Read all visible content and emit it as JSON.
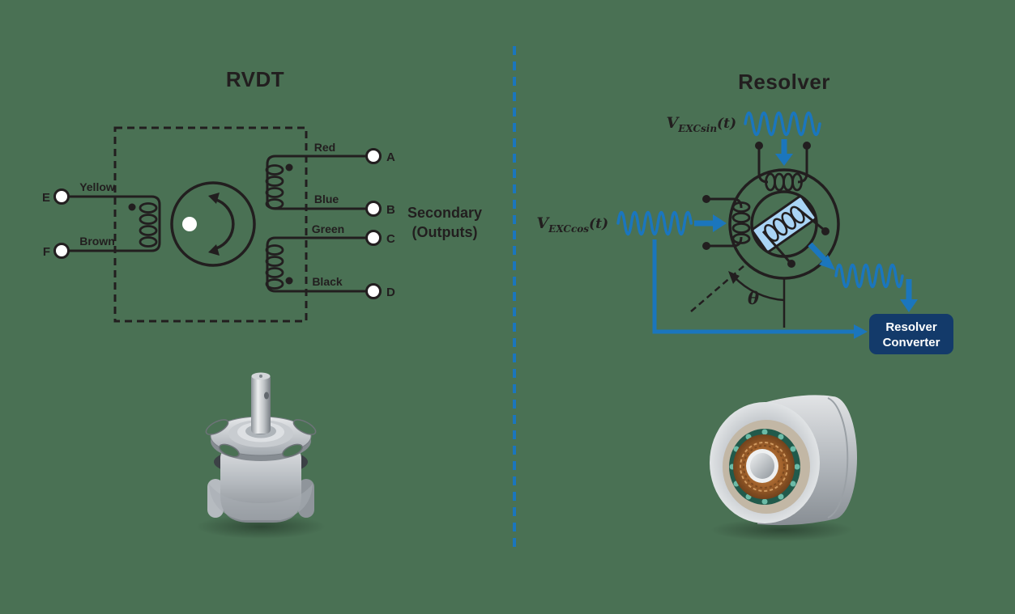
{
  "colors": {
    "background": "#4a7154",
    "line_black": "#221e1f",
    "accent_blue": "#1b76bd",
    "rotor_fill": "#a9d4f5",
    "converter_navy": "#133a6a",
    "text_white": "#ffffff"
  },
  "rvdt": {
    "title": "RVDT",
    "terminal_e": "E",
    "terminal_f": "F",
    "terminal_a": "A",
    "terminal_b": "B",
    "terminal_c": "C",
    "terminal_d": "D",
    "wire_yellow": "Yellow",
    "wire_brown": "Brown",
    "wire_red": "Red",
    "wire_blue": "Blue",
    "wire_green": "Green",
    "wire_black": "Black",
    "secondary_line1": "Secondary",
    "secondary_line2": "(Outputs)"
  },
  "resolver": {
    "title": "Resolver",
    "exc_sin_base": "V",
    "exc_sin_sub": "EXCsin",
    "exc_sin_arg": "(t)",
    "exc_cos_base": "V",
    "exc_cos_sub": "EXCcos",
    "exc_cos_arg": "(t)",
    "theta": "θ",
    "converter_line1": "Resolver",
    "converter_line2": "Converter"
  }
}
